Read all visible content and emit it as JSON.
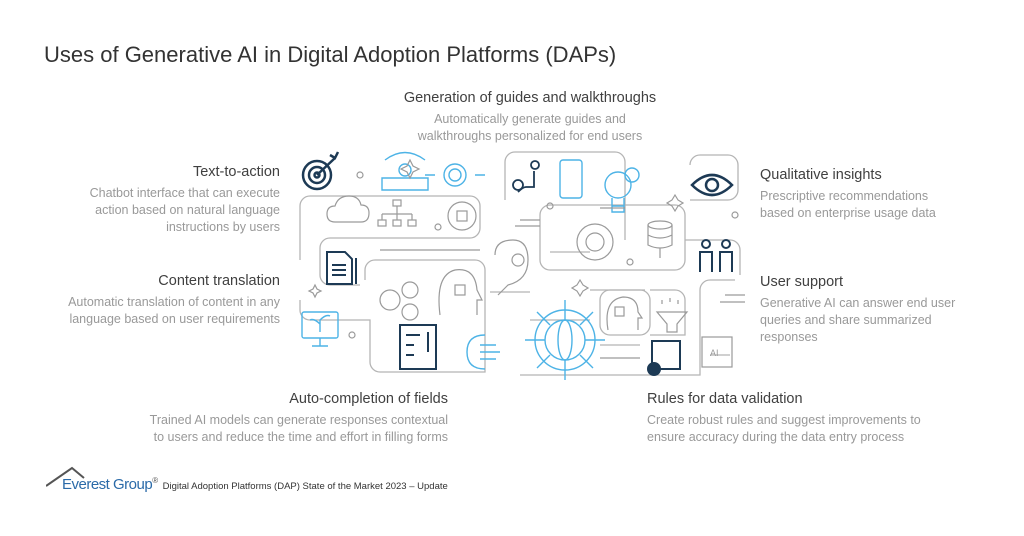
{
  "title": "Uses of Generative AI in Digital Adoption Platforms (DAPs)",
  "items": {
    "guides": {
      "heading": "Generation of guides and walkthroughs",
      "desc": [
        "Automatically generate guides and",
        "walkthroughs  personalized for end users"
      ]
    },
    "text_to_action": {
      "heading": "Text-to-action",
      "desc": [
        "Chatbot interface that can execute",
        "action based on natural language",
        "instructions by users"
      ]
    },
    "content_translation": {
      "heading": "Content translation",
      "desc": [
        "Automatic translation of content in any",
        "language based on user requirements"
      ]
    },
    "auto_completion": {
      "heading": "Auto-completion of fields",
      "desc": [
        "Trained AI models can generate responses contextual",
        "to users and reduce the time and effort in filling forms"
      ]
    },
    "qualitative_insights": {
      "heading": "Qualitative insights",
      "desc": [
        "Prescriptive recommendations",
        "based on enterprise usage data"
      ]
    },
    "user_support": {
      "heading": "User support",
      "desc": [
        "Generative AI can answer end user",
        "queries and share summarized",
        "responses"
      ]
    },
    "data_validation": {
      "heading": "Rules for data validation",
      "desc": [
        "Create robust rules and suggest improvements to",
        "ensure accuracy during the data entry process"
      ]
    }
  },
  "footer": {
    "brand": "Everest Group",
    "reg": "®",
    "text": "Digital Adoption Platforms (DAP) State  of the Market 2023 – Update"
  },
  "illustration": {
    "ai_chip_label": "AI"
  },
  "colors": {
    "navy": "#1d3a55",
    "light_blue": "#4db3e6",
    "gray": "#9a9a9a",
    "brand_blue": "#2a6aa8"
  }
}
